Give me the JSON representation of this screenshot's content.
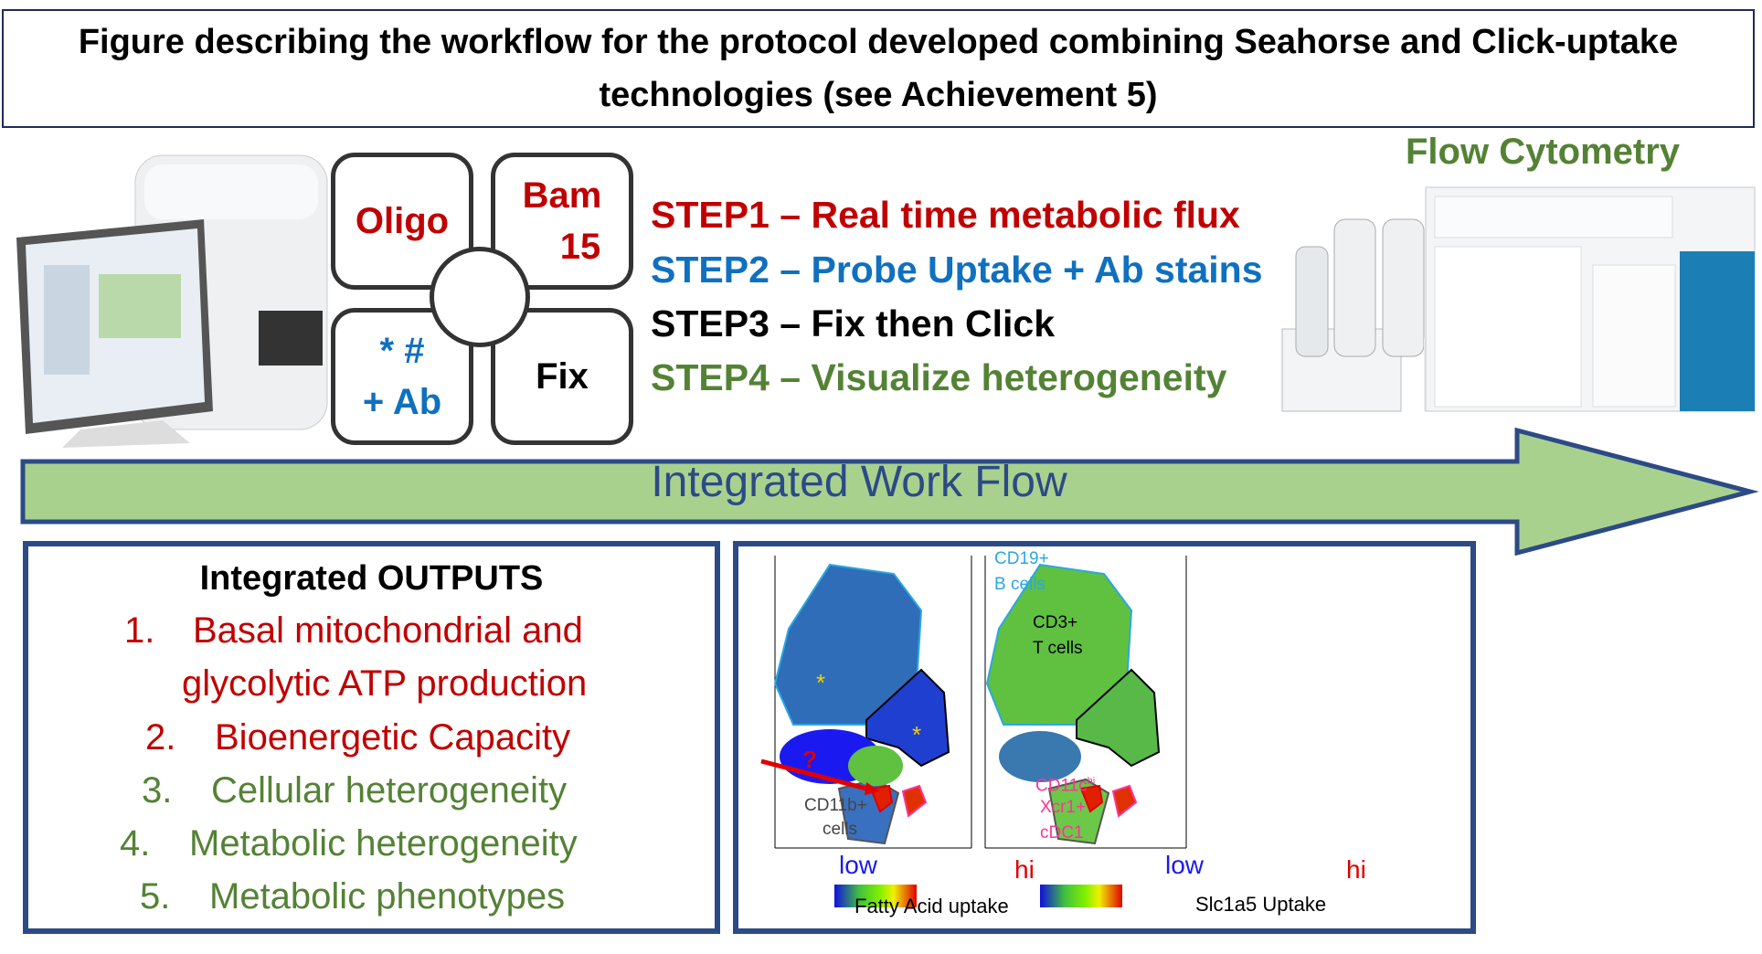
{
  "title": "Figure describing the workflow for the protocol developed combining Seahorse and Click-uptake technologies (see Achievement 5)",
  "plate": {
    "q1": "Oligo",
    "q2_line1": "Bam",
    "q2_line2": "15",
    "q3_line1": "* #",
    "q3_line2": "+ Ab",
    "q4": "Fix"
  },
  "steps": [
    {
      "text": "STEP1 – Real time metabolic flux",
      "color": "#c00000"
    },
    {
      "text": "STEP2 – Probe Uptake + Ab stains",
      "color": "#1070c0"
    },
    {
      "text": "STEP3 – Fix then Click",
      "color": "#000000"
    },
    {
      "text": "STEP4 – Visualize heterogeneity",
      "color": "#548235"
    }
  ],
  "flow_cytometry_label": "Flow Cytometry",
  "arrow_label": "Integrated Work Flow",
  "outputs": {
    "heading": "Integrated OUTPUTS",
    "items": [
      {
        "num": "1.",
        "line1": "Basal mitochondrial and",
        "line2": "glycolytic ATP production"
      },
      {
        "num": "2.",
        "line1": "Bioenergetic Capacity"
      },
      {
        "num": "3.",
        "line1": "Cellular heterogeneity"
      },
      {
        "num": "4.",
        "line1": "Metabolic heterogeneity"
      },
      {
        "num": "5.",
        "line1": "Metabolic phenotypes"
      }
    ]
  },
  "plots": {
    "cd19": "CD19+",
    "bcells": "B cells",
    "cd3": "CD3+",
    "tcells": "T cells",
    "question": "?",
    "cd11b": "CD11b+",
    "cells": "cells",
    "cd11c": "CD11c",
    "hi_sup": "hi",
    "xcr1": "Xcr1+",
    "cdc1": "cDC1",
    "low": "low",
    "hi": "hi",
    "left_caption": "Fatty Acid uptake",
    "right_caption": "Slc1a5 Uptake"
  },
  "colors": {
    "red": "#c00000",
    "blue": "#1070c0",
    "green": "#548235",
    "navy": "#2c4a86",
    "arrow": "#a9d18e"
  }
}
